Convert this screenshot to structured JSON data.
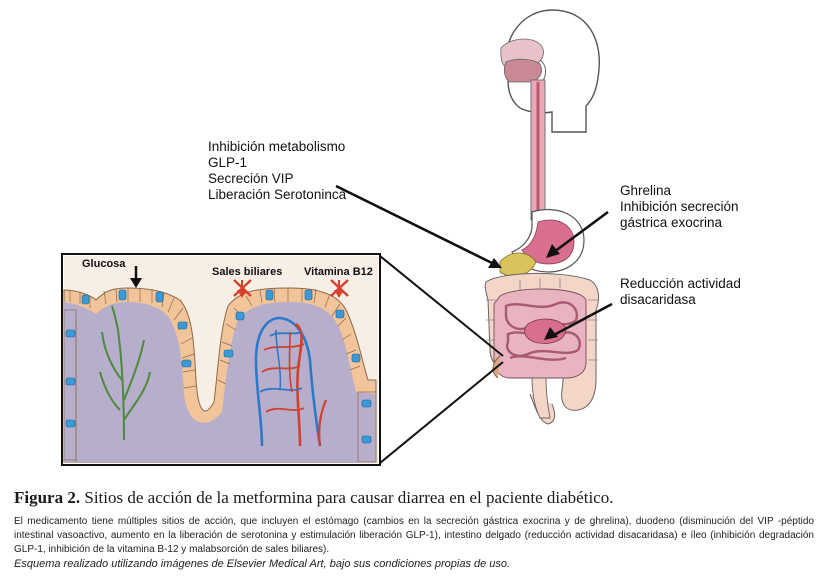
{
  "annotations": {
    "intestinal": [
      "Inhibición metabolismo",
      "GLP-1",
      "Secreción VIP",
      "Liberación Serotoninca"
    ],
    "gastric": [
      "Ghrelina",
      "Inhibición secreción",
      "gástrica exocrina"
    ],
    "small_intestine": [
      "Reducción actividad",
      "disacaridasa"
    ]
  },
  "inset": {
    "glucose_label": "Glucosa",
    "bile_label": "Sales biliares",
    "b12_label": "Vitamina B12"
  },
  "caption": {
    "figure_label": "Figura 2.",
    "title": " Sitios de acción de la metformina para causar diarrea en el paciente diabético.",
    "body": "El medicamento tiene múltiples sitios de acción, que incluyen el estómago (cambios en la secreción gástrica exocrina y de ghrelina), duodeno (disminución del VIP -péptido intestinal vasoactivo, aumento en la liberación de serotonina y estimulación liberación GLP-1), intestino delgado (reducción actividad disacaridasa) e íleo (inhibición degradación GLP-1, inhibición de la vitamina B-12 y malabsorción de sales biliares).",
    "note": "Esquema realizado utilizando imágenes de Elsevier Medical Art, bajo sus condiciones propias de uso."
  },
  "colors": {
    "mucosa_fill": "#b7aecb",
    "cell_fill": "#f2c49a",
    "cell_blue": "#3a9ad8",
    "vein_red": "#d2402c",
    "vein_blue": "#2f78c8",
    "lacteal_green": "#4c8a3c",
    "cross_red": "#d8402c",
    "gut_pink": "#e9a8b2",
    "stomach_pink": "#d86f8e"
  }
}
